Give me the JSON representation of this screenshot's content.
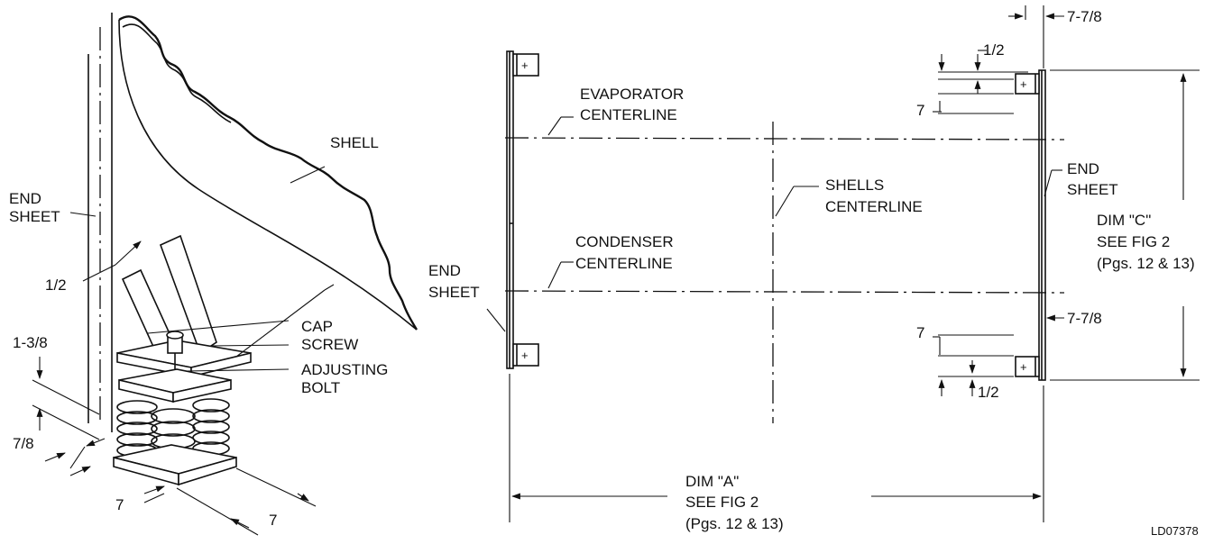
{
  "isolator_view": {
    "labels": {
      "shell": "SHELL",
      "end_sheet_line1": "END",
      "end_sheet_line2": "SHEET",
      "cap_screw_line1": "CAP",
      "cap_screw_line2": "SCREW",
      "adjusting_bolt_line1": "ADJUSTING",
      "adjusting_bolt_line2": "BOLT"
    },
    "dimensions": {
      "half": "1/2",
      "one_three_eighths": "1-3/8",
      "seven_eighths": "7/8",
      "seven_front": "7",
      "seven_side": "7"
    }
  },
  "plan_view": {
    "labels": {
      "evaporator_line1": "EVAPORATOR",
      "evaporator_line2": "CENTERLINE",
      "condenser_line1": "CONDENSER",
      "condenser_line2": "CENTERLINE",
      "shells_line1": "SHELLS",
      "shells_line2": "CENTERLINE",
      "left_end_sheet_line1": "END",
      "left_end_sheet_line2": "SHEET",
      "right_end_sheet_line1": "END",
      "right_end_sheet_line2": "SHEET"
    },
    "dim_a": {
      "line1": "DIM \"A\"",
      "line2": "SEE FIG 2",
      "line3": "(Pgs. 12 & 13)"
    },
    "dim_c": {
      "line1": "DIM \"C\"",
      "line2": "SEE FIG 2",
      "line3": "(Pgs. 12 & 13)"
    },
    "dimensions": {
      "top_offset": "7-7/8",
      "bottom_offset": "7-7/8",
      "top_half": "1/2",
      "top_seven": "7",
      "bottom_seven": "7",
      "bottom_half": "1/2"
    },
    "drawing_number": "LD07378"
  }
}
